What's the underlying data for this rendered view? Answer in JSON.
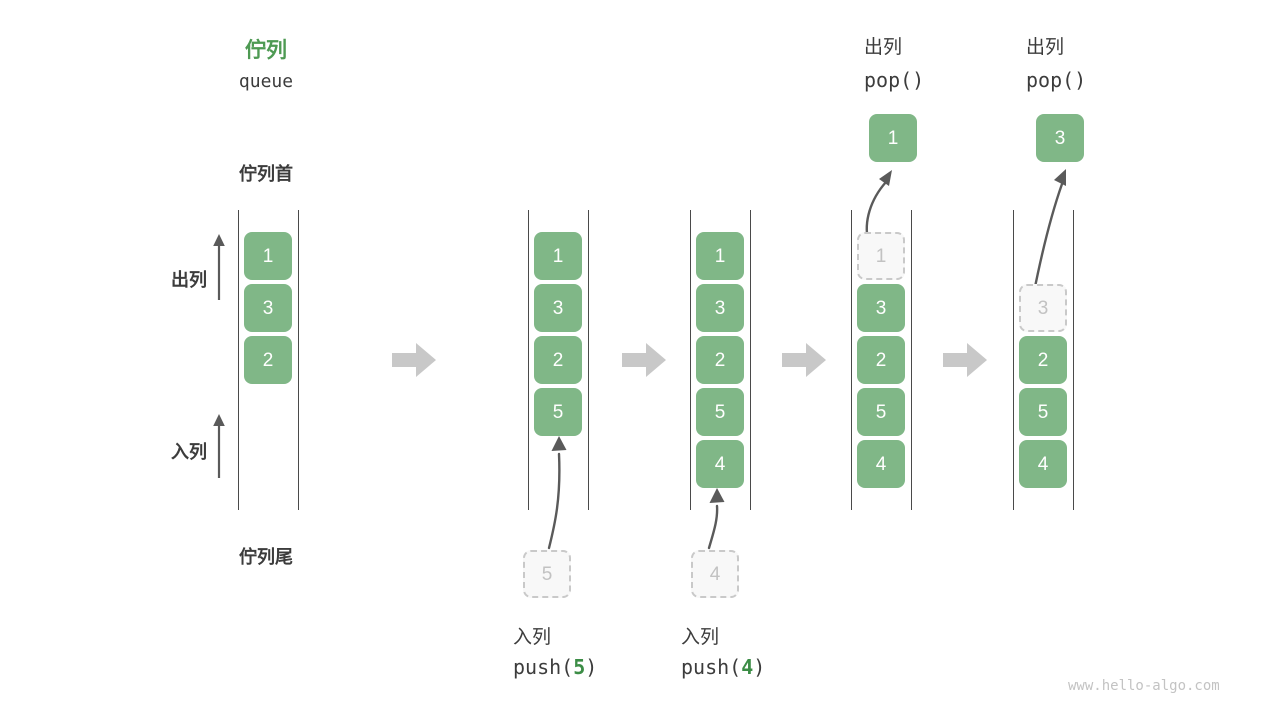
{
  "header": {
    "title_cn": "佇列",
    "title_code": "queue"
  },
  "labels": {
    "queue_head": "佇列首",
    "queue_tail": "佇列尾",
    "dequeue": "出列",
    "enqueue": "入列"
  },
  "watermark": "www.hello-algo.com",
  "colors": {
    "accent_green": "#4e9a53",
    "cell_green": "#80b787",
    "cell_text": "#ffffff",
    "ghost_fill": "#f8f8f8",
    "ghost_border": "#c9c9c9",
    "ghost_text": "#c2c2c2",
    "rail": "#4a4a4a",
    "text": "#3c3c3c",
    "block_arrow": "#c8c8c8",
    "thin_arrow": "#5a5a5a",
    "watermark": "#c3c3c3",
    "code_highlight": "#3c8d46"
  },
  "columns": [
    {
      "id": "initial",
      "caption_top_cn": "",
      "caption_top_code": "",
      "caption_bottom_cn": "",
      "caption_bottom_code": "",
      "cells": [
        {
          "value": "1",
          "state": "filled"
        },
        {
          "value": "3",
          "state": "filled"
        },
        {
          "value": "2",
          "state": "filled"
        }
      ],
      "external_cell": null,
      "popped_cell": null
    },
    {
      "id": "push-5",
      "caption_top_cn": "",
      "caption_top_code": "",
      "caption_bottom_cn": "入列",
      "caption_bottom_code_prefix": "push(",
      "caption_bottom_code_arg": "5",
      "caption_bottom_code_suffix": ")",
      "cells": [
        {
          "value": "1",
          "state": "filled"
        },
        {
          "value": "3",
          "state": "filled"
        },
        {
          "value": "2",
          "state": "filled"
        },
        {
          "value": "5",
          "state": "filled"
        }
      ],
      "external_cell": {
        "value": "5",
        "state": "ghost",
        "position": "below"
      },
      "popped_cell": null
    },
    {
      "id": "push-4",
      "caption_top_cn": "",
      "caption_top_code": "",
      "caption_bottom_cn": "入列",
      "caption_bottom_code_prefix": "push(",
      "caption_bottom_code_arg": "4",
      "caption_bottom_code_suffix": ")",
      "cells": [
        {
          "value": "1",
          "state": "filled"
        },
        {
          "value": "3",
          "state": "filled"
        },
        {
          "value": "2",
          "state": "filled"
        },
        {
          "value": "5",
          "state": "filled"
        },
        {
          "value": "4",
          "state": "filled"
        }
      ],
      "external_cell": {
        "value": "4",
        "state": "ghost",
        "position": "below"
      },
      "popped_cell": null
    },
    {
      "id": "pop-1",
      "caption_top_cn": "出列",
      "caption_top_code": "pop()",
      "caption_bottom_cn": "",
      "caption_bottom_code": "",
      "cells": [
        {
          "value": "1",
          "state": "ghost"
        },
        {
          "value": "3",
          "state": "filled"
        },
        {
          "value": "2",
          "state": "filled"
        },
        {
          "value": "5",
          "state": "filled"
        },
        {
          "value": "4",
          "state": "filled"
        }
      ],
      "external_cell": null,
      "popped_cell": {
        "value": "1",
        "state": "filled",
        "position": "above"
      }
    },
    {
      "id": "pop-3",
      "caption_top_cn": "出列",
      "caption_top_code": "pop()",
      "caption_bottom_cn": "",
      "caption_bottom_code": "",
      "cells": [
        {
          "value": "3",
          "state": "ghost"
        },
        {
          "value": "2",
          "state": "filled"
        },
        {
          "value": "5",
          "state": "filled"
        },
        {
          "value": "4",
          "state": "filled"
        }
      ],
      "external_cell": null,
      "popped_cell": {
        "value": "3",
        "state": "filled",
        "position": "above"
      }
    }
  ],
  "transitions": [
    {
      "id": "t1",
      "icon": "block-arrow-right"
    },
    {
      "id": "t2",
      "icon": "block-arrow-right"
    },
    {
      "id": "t3",
      "icon": "block-arrow-right"
    },
    {
      "id": "t4",
      "icon": "block-arrow-right"
    }
  ]
}
